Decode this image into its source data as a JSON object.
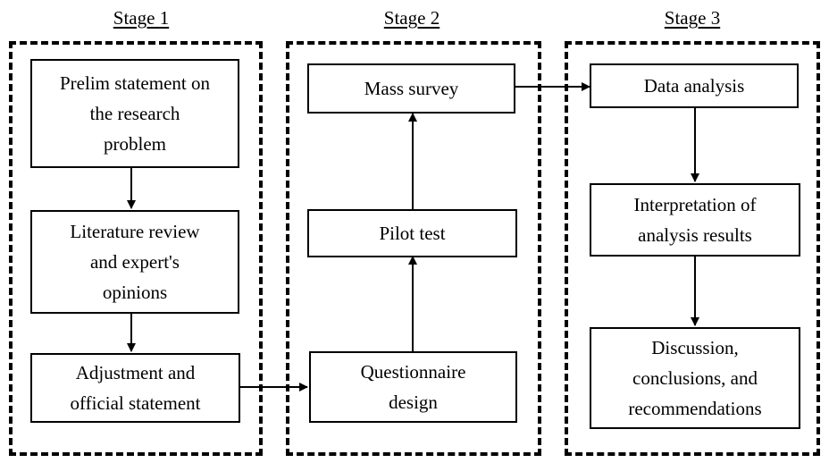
{
  "stages": [
    {
      "title": "Stage 1",
      "boxes": [
        "Prelim statement on\nthe research\nproblem",
        "Literature review\nand expert's\nopinions",
        "Adjustment and\nofficial statement"
      ]
    },
    {
      "title": "Stage 2",
      "boxes": [
        "Mass survey",
        "Pilot test",
        "Questionnaire\ndesign"
      ]
    },
    {
      "title": "Stage 3",
      "boxes": [
        "Data analysis",
        "Interpretation of\nanalysis results",
        "Discussion,\nconclusions, and\nrecommendations"
      ]
    }
  ]
}
